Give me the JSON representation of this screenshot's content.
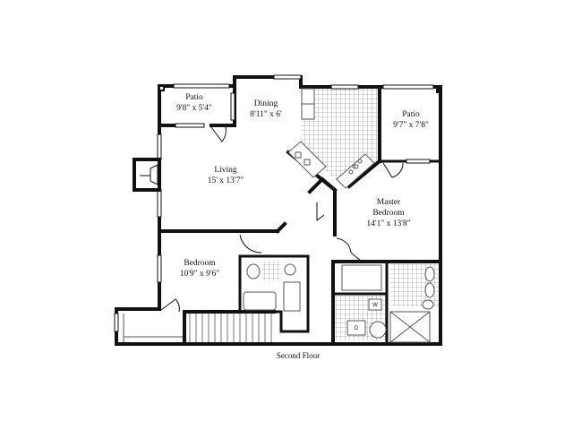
{
  "floor_plan": {
    "caption": "Second Floor",
    "colors": {
      "wall": "#111111",
      "background": "#ffffff",
      "fixture": "#555555",
      "tile": "#777777"
    },
    "rooms": [
      {
        "id": "patio-left",
        "name": "Patio",
        "dimensions": "9'8\" x 5'4\""
      },
      {
        "id": "dining",
        "name": "Dining",
        "dimensions": "8'11\" x 6'"
      },
      {
        "id": "patio-right",
        "name": "Patio",
        "dimensions": "9'7\" x 7'8\""
      },
      {
        "id": "living",
        "name": "Living",
        "dimensions": "15' x 13'7\""
      },
      {
        "id": "master-bedroom",
        "name": "Master",
        "name2": "Bedroom",
        "dimensions": "14'1\" x 13'8\""
      },
      {
        "id": "bedroom",
        "name": "Bedroom",
        "dimensions": "10'9\" x 9'6\""
      }
    ],
    "appliance_labels": {
      "washer": "W",
      "dryer": "D"
    }
  }
}
